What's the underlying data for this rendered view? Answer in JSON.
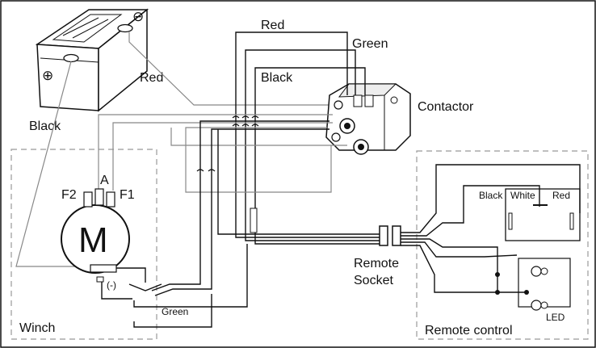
{
  "labels": {
    "wire_red_top": "Red",
    "wire_green_top": "Green",
    "wire_black_top": "Black",
    "battery_red": "Red",
    "battery_black": "Black",
    "contactor": "Contactor",
    "motor_letter": "M",
    "terminal_f2": "F2",
    "terminal_a": "A",
    "terminal_f1": "F1",
    "ground": "(-)",
    "wire_green_bottom": "Green",
    "winch": "Winch",
    "remote_socket_line1": "Remote",
    "remote_socket_line2": "Socket",
    "switch_black": "Black",
    "switch_white": "White",
    "switch_red": "Red",
    "led": "LED",
    "remote_control": "Remote control"
  },
  "icons": {
    "battery_plus": "⊕",
    "battery_minus": "⊖"
  },
  "colors": {
    "line": "#111111",
    "ground_wire": "#888888",
    "dashed_box": "#999999"
  }
}
